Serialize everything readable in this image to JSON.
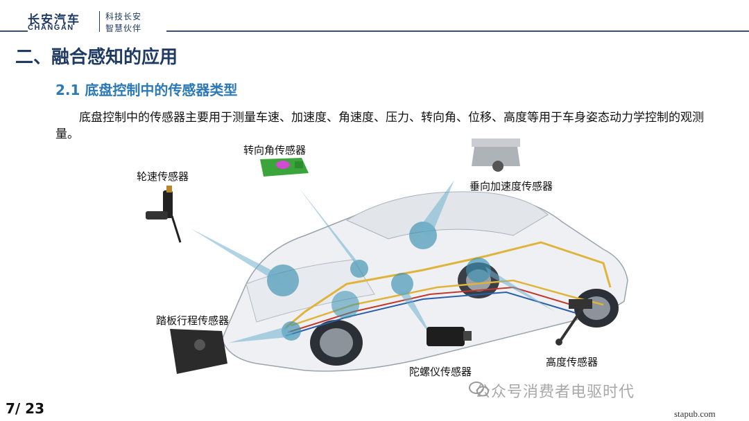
{
  "header": {
    "brand_cn": "长安汽车",
    "brand_en": "CHANGAN",
    "slogan_line1": "科技长安",
    "slogan_line2": "智慧伙伴",
    "brand_color": "#1f3a63"
  },
  "section_title": "二、融合感知的应用",
  "subsection_title": "2.1 底盘控制中的传感器类型",
  "body_text": "底盘控制中的传感器主要用于测量车速、加速度、角速度、压力、转向角、位移、高度等用于车身姿态动力学控制的观测量。",
  "sensors": {
    "wheel_speed": "轮速传感器",
    "steering_angle": "转向角传感器",
    "vertical_accel": "垂向加速度传感器",
    "pedal_travel": "踏板行程传感器",
    "gyroscope": "陀螺仪传感器",
    "height": "高度传感器"
  },
  "footer": {
    "page_number": "7/ 23",
    "watermark": "公众号消费者电驱时代",
    "site": "stapub.com"
  },
  "colors": {
    "accent_blue": "#2c79b7",
    "highlight_circle": "#3a8fb0",
    "wiring_yellow": "#e0b43a",
    "wiring_red": "#c0392b",
    "wiring_blue": "#2b5fa8"
  }
}
